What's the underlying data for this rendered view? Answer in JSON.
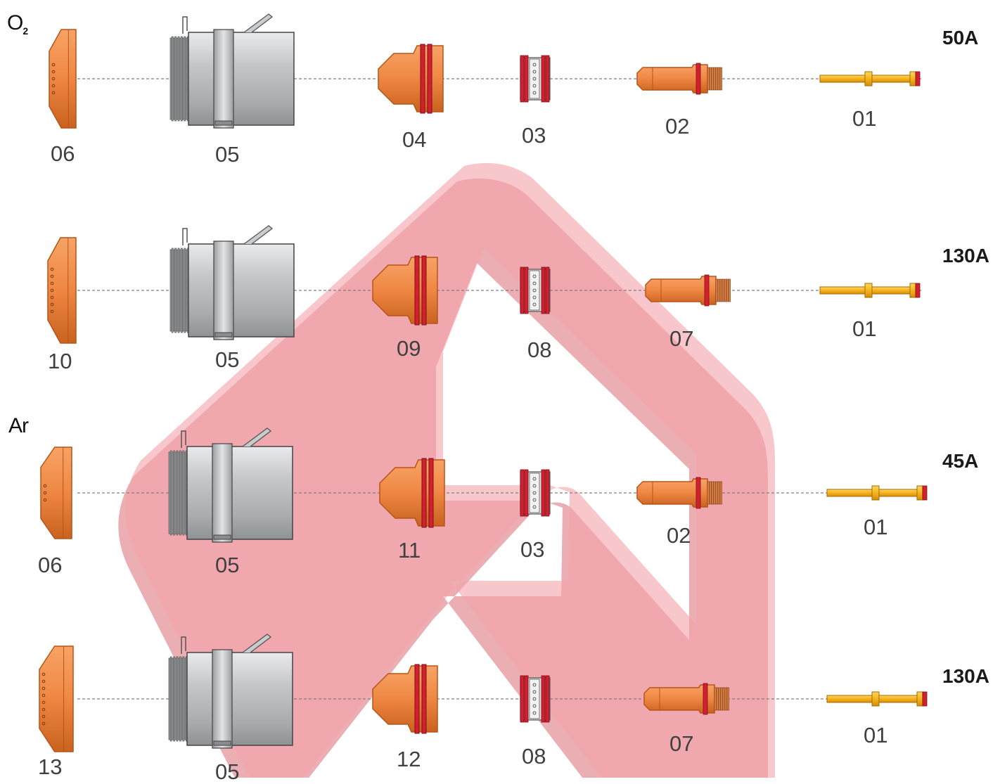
{
  "colors": {
    "copper": "#ee8a45",
    "copper_dark": "#b65518",
    "seal_red": "#d2202e",
    "steel": "#b9bcbe",
    "brass": "#f6b21c",
    "watermark": "#f3a5ab",
    "dash": "#808080"
  },
  "gas": {
    "o2": "O",
    "o2_sub": "2",
    "ar": "Ar"
  },
  "rows": [
    {
      "amperage": "50A",
      "parts": [
        "06",
        "05",
        "04",
        "03",
        "02",
        "01"
      ]
    },
    {
      "amperage": "130A",
      "parts": [
        "10",
        "05",
        "09",
        "08",
        "07",
        "01"
      ]
    },
    {
      "amperage": "45A",
      "parts": [
        "06",
        "05",
        "11",
        "03",
        "02",
        "01"
      ]
    },
    {
      "amperage": "130A",
      "parts": [
        "13",
        "05",
        "12",
        "08",
        "07",
        "01"
      ]
    }
  ]
}
